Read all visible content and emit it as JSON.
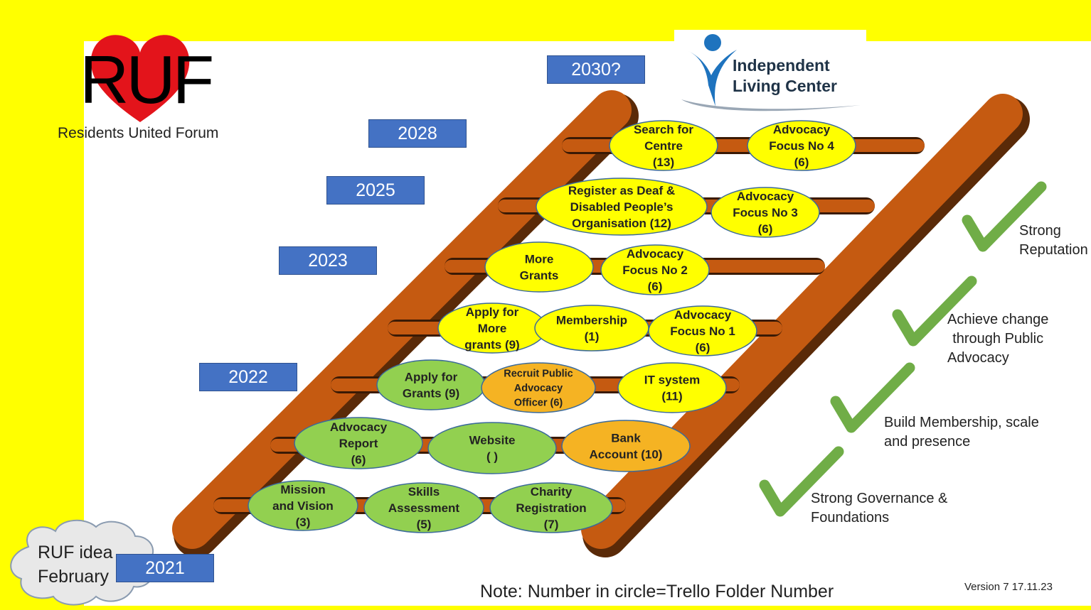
{
  "logo": {
    "letters": "RUF",
    "subtitle": "Residents United Forum"
  },
  "partner_logo": {
    "line1": "Independent",
    "line2": "Living Center"
  },
  "years": [
    {
      "id": "y2030",
      "label": "2030?"
    },
    {
      "id": "y2028",
      "label": "2028"
    },
    {
      "id": "y2025",
      "label": "2025"
    },
    {
      "id": "y2023",
      "label": "2023"
    },
    {
      "id": "y2022",
      "label": "2022"
    },
    {
      "id": "y2021",
      "label": "2021"
    }
  ],
  "idea_cloud": {
    "line1": "RUF idea",
    "line2": "February"
  },
  "rungs": [
    {
      "nodes": [
        {
          "lines": [
            "Mission",
            "and Vision",
            "(3)"
          ],
          "status": "done"
        },
        {
          "lines": [
            "Skills",
            "Assessment",
            "(5)"
          ],
          "status": "done"
        },
        {
          "lines": [
            "Charity",
            "Registration",
            "(7)"
          ],
          "status": "done"
        }
      ]
    },
    {
      "nodes": [
        {
          "lines": [
            "Advocacy",
            "Report",
            "(6)"
          ],
          "status": "done"
        },
        {
          "lines": [
            "Website",
            "( )"
          ],
          "status": "done"
        },
        {
          "lines": [
            "Bank",
            "Account (10)"
          ],
          "status": "in-progress"
        }
      ]
    },
    {
      "nodes": [
        {
          "lines": [
            "Apply for",
            "Grants (9)"
          ],
          "status": "done"
        },
        {
          "lines": [
            "Recruit Public",
            "Advocacy",
            "Officer  (6)"
          ],
          "status": "in-progress"
        },
        {
          "lines": [
            "IT system",
            "(11)"
          ],
          "status": "planned"
        }
      ]
    },
    {
      "nodes": [
        {
          "lines": [
            "Apply for",
            "More",
            "grants (9)"
          ],
          "status": "planned"
        },
        {
          "lines": [
            "Membership",
            "(1)"
          ],
          "status": "planned"
        },
        {
          "lines": [
            "Advocacy",
            "Focus No 1",
            "(6)"
          ],
          "status": "planned"
        }
      ]
    },
    {
      "nodes": [
        {
          "lines": [
            "More",
            "Grants"
          ],
          "status": "planned"
        },
        {
          "lines": [
            "Advocacy",
            "Focus No 2",
            "(6)"
          ],
          "status": "planned"
        }
      ]
    },
    {
      "nodes": [
        {
          "lines": [
            "Register as Deaf &",
            "Disabled People’s",
            "Organisation (12)"
          ],
          "status": "planned"
        },
        {
          "lines": [
            "Advocacy",
            "Focus No 3",
            "(6)"
          ],
          "status": "planned"
        }
      ]
    },
    {
      "nodes": [
        {
          "lines": [
            "Search for",
            "Centre",
            "(13)"
          ],
          "status": "planned"
        },
        {
          "lines": [
            "Advocacy",
            "Focus No 4",
            "(6)"
          ],
          "status": "planned"
        }
      ]
    }
  ],
  "status_colors": {
    "done": "#92d050",
    "in-progress": "#f5b323",
    "planned": "#ffff00"
  },
  "ladder_color": "#c55a11",
  "check_color": "#70ad47",
  "milestones": [
    {
      "lines": [
        "Strong",
        "Reputation"
      ]
    },
    {
      "lines": [
        "Achieve change",
        "through Public",
        "Advocacy"
      ]
    },
    {
      "lines": [
        "Build Membership, scale",
        "and presence"
      ]
    },
    {
      "lines": [
        "Strong Governance &",
        "Foundations"
      ]
    }
  ],
  "note": "Note: Number in circle=Trello Folder Number",
  "version": "Version 7 17.11.23"
}
